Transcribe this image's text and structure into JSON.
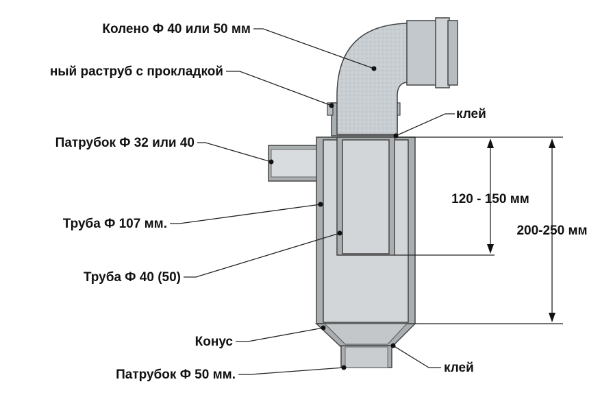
{
  "labels": {
    "elbow": "Колено Ф 40 или 50 мм",
    "socket": "ный раструб с прокладкой",
    "glue_top": "клей",
    "inlet": "Патрубок Ф 32 или 40",
    "dim_inner": "120 - 150 мм",
    "dim_outer": "200-250 мм",
    "pipe_107": "Труба Ф 107 мм.",
    "pipe_40": "Труба Ф 40 (50)",
    "cone": "Конус",
    "glue_bottom": "клей",
    "outlet": "Патрубок Ф 50 мм."
  },
  "colors": {
    "wall": "#a9aeb1",
    "inner": "#d3d6d8",
    "elbow": "#c7ccd0",
    "line": "#222222"
  }
}
